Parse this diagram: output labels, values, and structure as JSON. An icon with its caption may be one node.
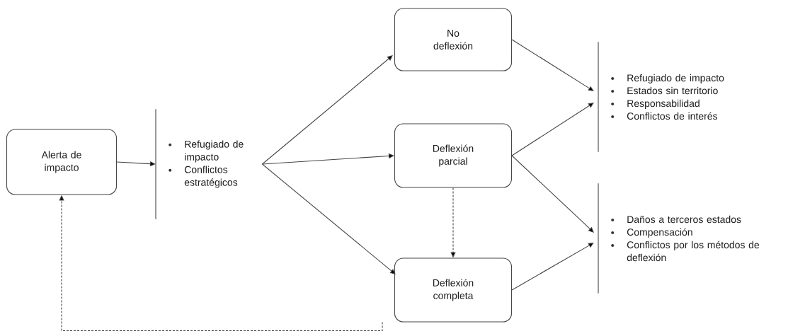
{
  "diagram": {
    "nodes": [
      {
        "text": [
          "Alerta de impacto"
        ]
      },
      {
        "text": [
          "Refugiado de impacto",
          "Conflictos estratégicos"
        ]
      },
      {
        "text": [
          "No deflexión"
        ]
      },
      {
        "text": [
          "Deflexión parcial"
        ]
      },
      {
        "text": [
          "Deflexión completa"
        ]
      },
      {
        "text": [
          "Refugiado de impacto",
          "Estados sin territorio",
          "Responsabilidad",
          "Conflictos de interés"
        ]
      },
      {
        "text": [
          "Daños a terceros estados",
          "Compensación",
          "Conflictos por los métodos de deflexión"
        ]
      }
    ],
    "edges": [
      {
        "from": 0,
        "to": 1,
        "arrow": "to"
      },
      {
        "from": 1,
        "to": 2,
        "arrow": "to"
      },
      {
        "from": 1,
        "to": 3,
        "arrow": "to"
      },
      {
        "from": 1,
        "to": 4,
        "arrow": "to"
      },
      {
        "from": 2,
        "to": 5,
        "arrow": "to"
      },
      {
        "from": 3,
        "to": 5,
        "arrow": "to"
      },
      {
        "from": 3,
        "to": 6,
        "arrow": "to"
      },
      {
        "from": 4,
        "to": 6,
        "arrow": "to"
      },
      {
        "from": 3,
        "to": 4,
        "arrow": "to",
        "style": "dashed"
      },
      {
        "from": 4,
        "to": 0,
        "arrow": "to",
        "style": "dashed"
      }
    ]
  }
}
